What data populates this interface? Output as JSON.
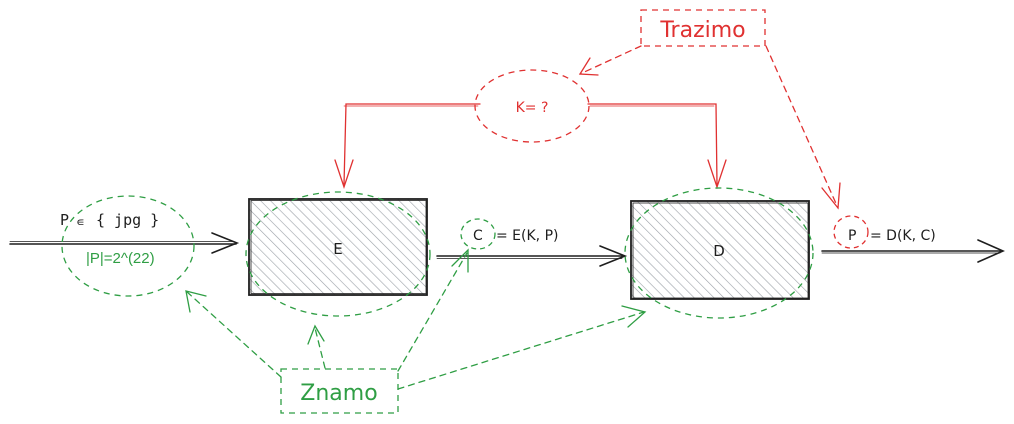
{
  "colors": {
    "ink": "#1e1e1e",
    "known": "#2f9e44",
    "unknown": "#e03131",
    "box_fill": "#ced4da"
  },
  "blocks": {
    "encrypt": {
      "label": "E"
    },
    "decrypt": {
      "label": "D"
    }
  },
  "plaintext": {
    "symbol": "P",
    "element_of": "∊",
    "set": "{ jpg }",
    "size": "|P|=2^(22)"
  },
  "ciphertext": {
    "symbol": "C",
    "formula": "= E(K, P)"
  },
  "output": {
    "symbol": "P",
    "formula": "= D(K, C)"
  },
  "key": {
    "label": "K= ?"
  },
  "tags": {
    "unknown": "Trazimo",
    "known": "Znamo"
  }
}
